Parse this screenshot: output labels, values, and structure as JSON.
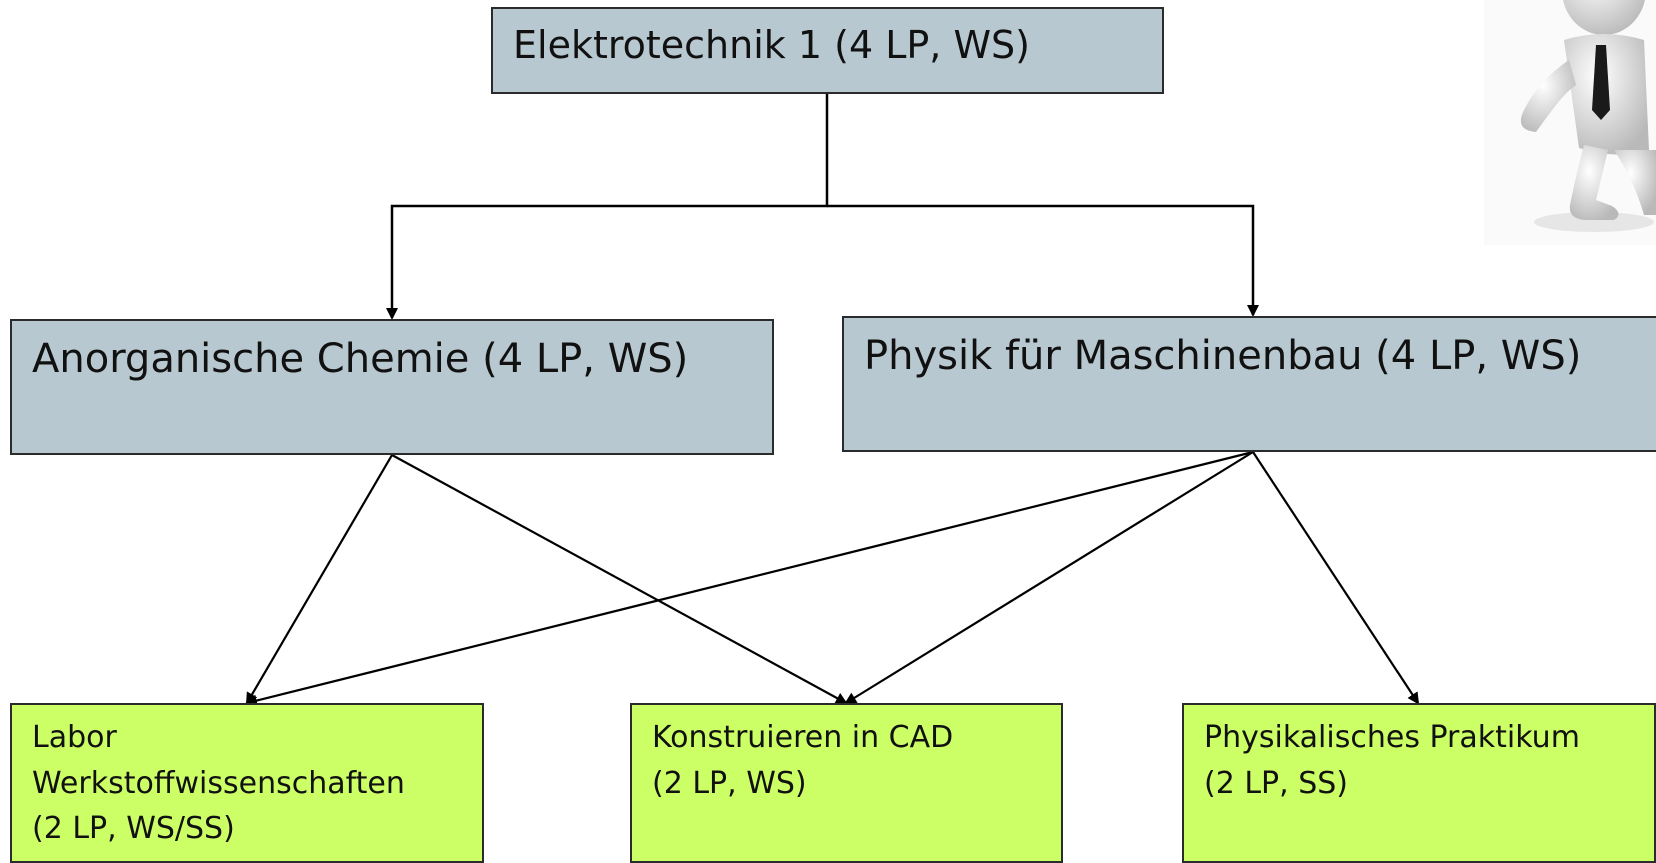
{
  "nodes": {
    "top": {
      "label": "Elektrotechnik 1 (4 LP, WS)"
    },
    "chem": {
      "label": "Anorganische Chemie (4 LP, WS)"
    },
    "phys": {
      "label": "Physik für Maschinenbau (4 LP, WS)"
    },
    "labor": {
      "label": "Labor\nWerkstoffwissenschaften\n(2 LP, WS/SS)"
    },
    "cad": {
      "label": "Konstruieren in CAD\n(2 LP, WS)"
    },
    "prak": {
      "label": "Physikalisches Praktikum\n(2 LP, SS)"
    }
  },
  "edges": [
    {
      "from": "top",
      "to": "chem"
    },
    {
      "from": "top",
      "to": "phys"
    },
    {
      "from": "chem",
      "to": "labor"
    },
    {
      "from": "chem",
      "to": "cad"
    },
    {
      "from": "phys",
      "to": "labor"
    },
    {
      "from": "phys",
      "to": "cad"
    },
    {
      "from": "phys",
      "to": "prak"
    }
  ],
  "colors": {
    "grey_box": "#b8c8d0",
    "green_box": "#ccff66",
    "line": "#000000"
  },
  "decoration": {
    "icon": "person-3d-figure-icon"
  }
}
